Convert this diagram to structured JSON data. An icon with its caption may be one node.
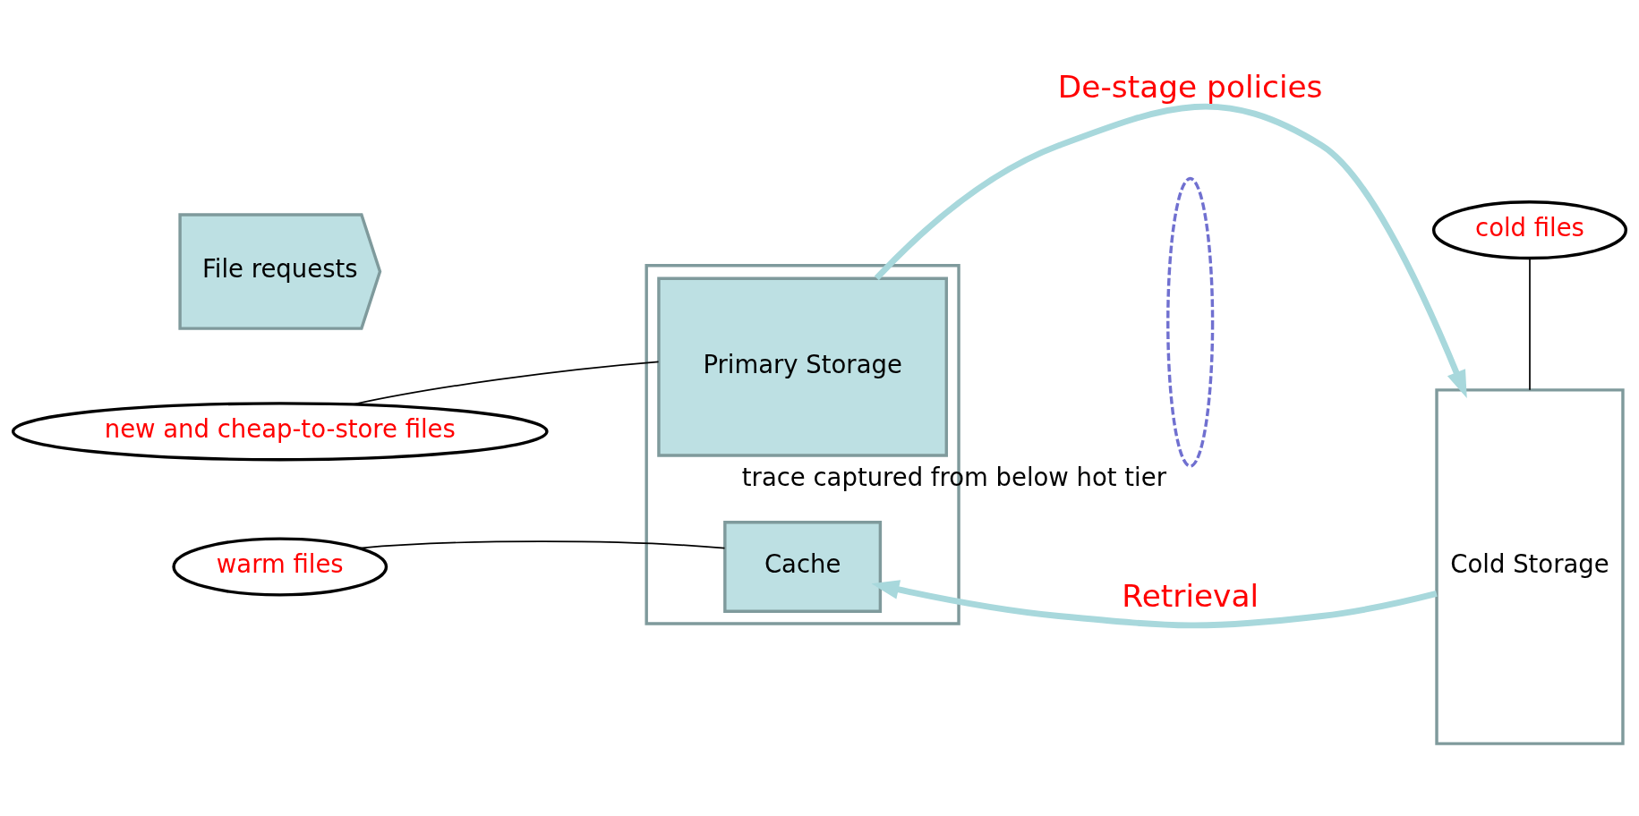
{
  "diagram": {
    "nodes": [
      {
        "text": [],
        "shape": "box"
      },
      {
        "text": [
          "Primary Storage"
        ],
        "in": 0
      },
      {
        "text": [
          "Cache"
        ],
        "in": 0
      },
      {
        "text": [
          "File requests"
        ]
      },
      {
        "text": [
          "Cold Storage"
        ]
      },
      {
        "text": [
          "new and cheap-to-store files"
        ]
      },
      {
        "text": [
          "cold files"
        ]
      },
      {
        "text": [
          "warm files"
        ]
      },
      {
        "text": [],
        "shape": "ellipse",
        "beside": [
          "trace captured from below hot tier"
        ]
      }
    ],
    "edges": [
      {
        "from": 1,
        "to": 4,
        "arrow": "to",
        "label": "De-stage policies",
        "style": "thick",
        "color": "#a8d8dc"
      },
      {
        "from": 4,
        "to": 2,
        "arrow": "to",
        "label": "Retrieval",
        "style": "thick",
        "color": "#a8d8dc"
      },
      {
        "from": 5,
        "to": 1,
        "arrow": "none"
      },
      {
        "from": 6,
        "to": 4,
        "arrow": "none"
      },
      {
        "from": 7,
        "to": 2,
        "arrow": "none"
      }
    ]
  }
}
